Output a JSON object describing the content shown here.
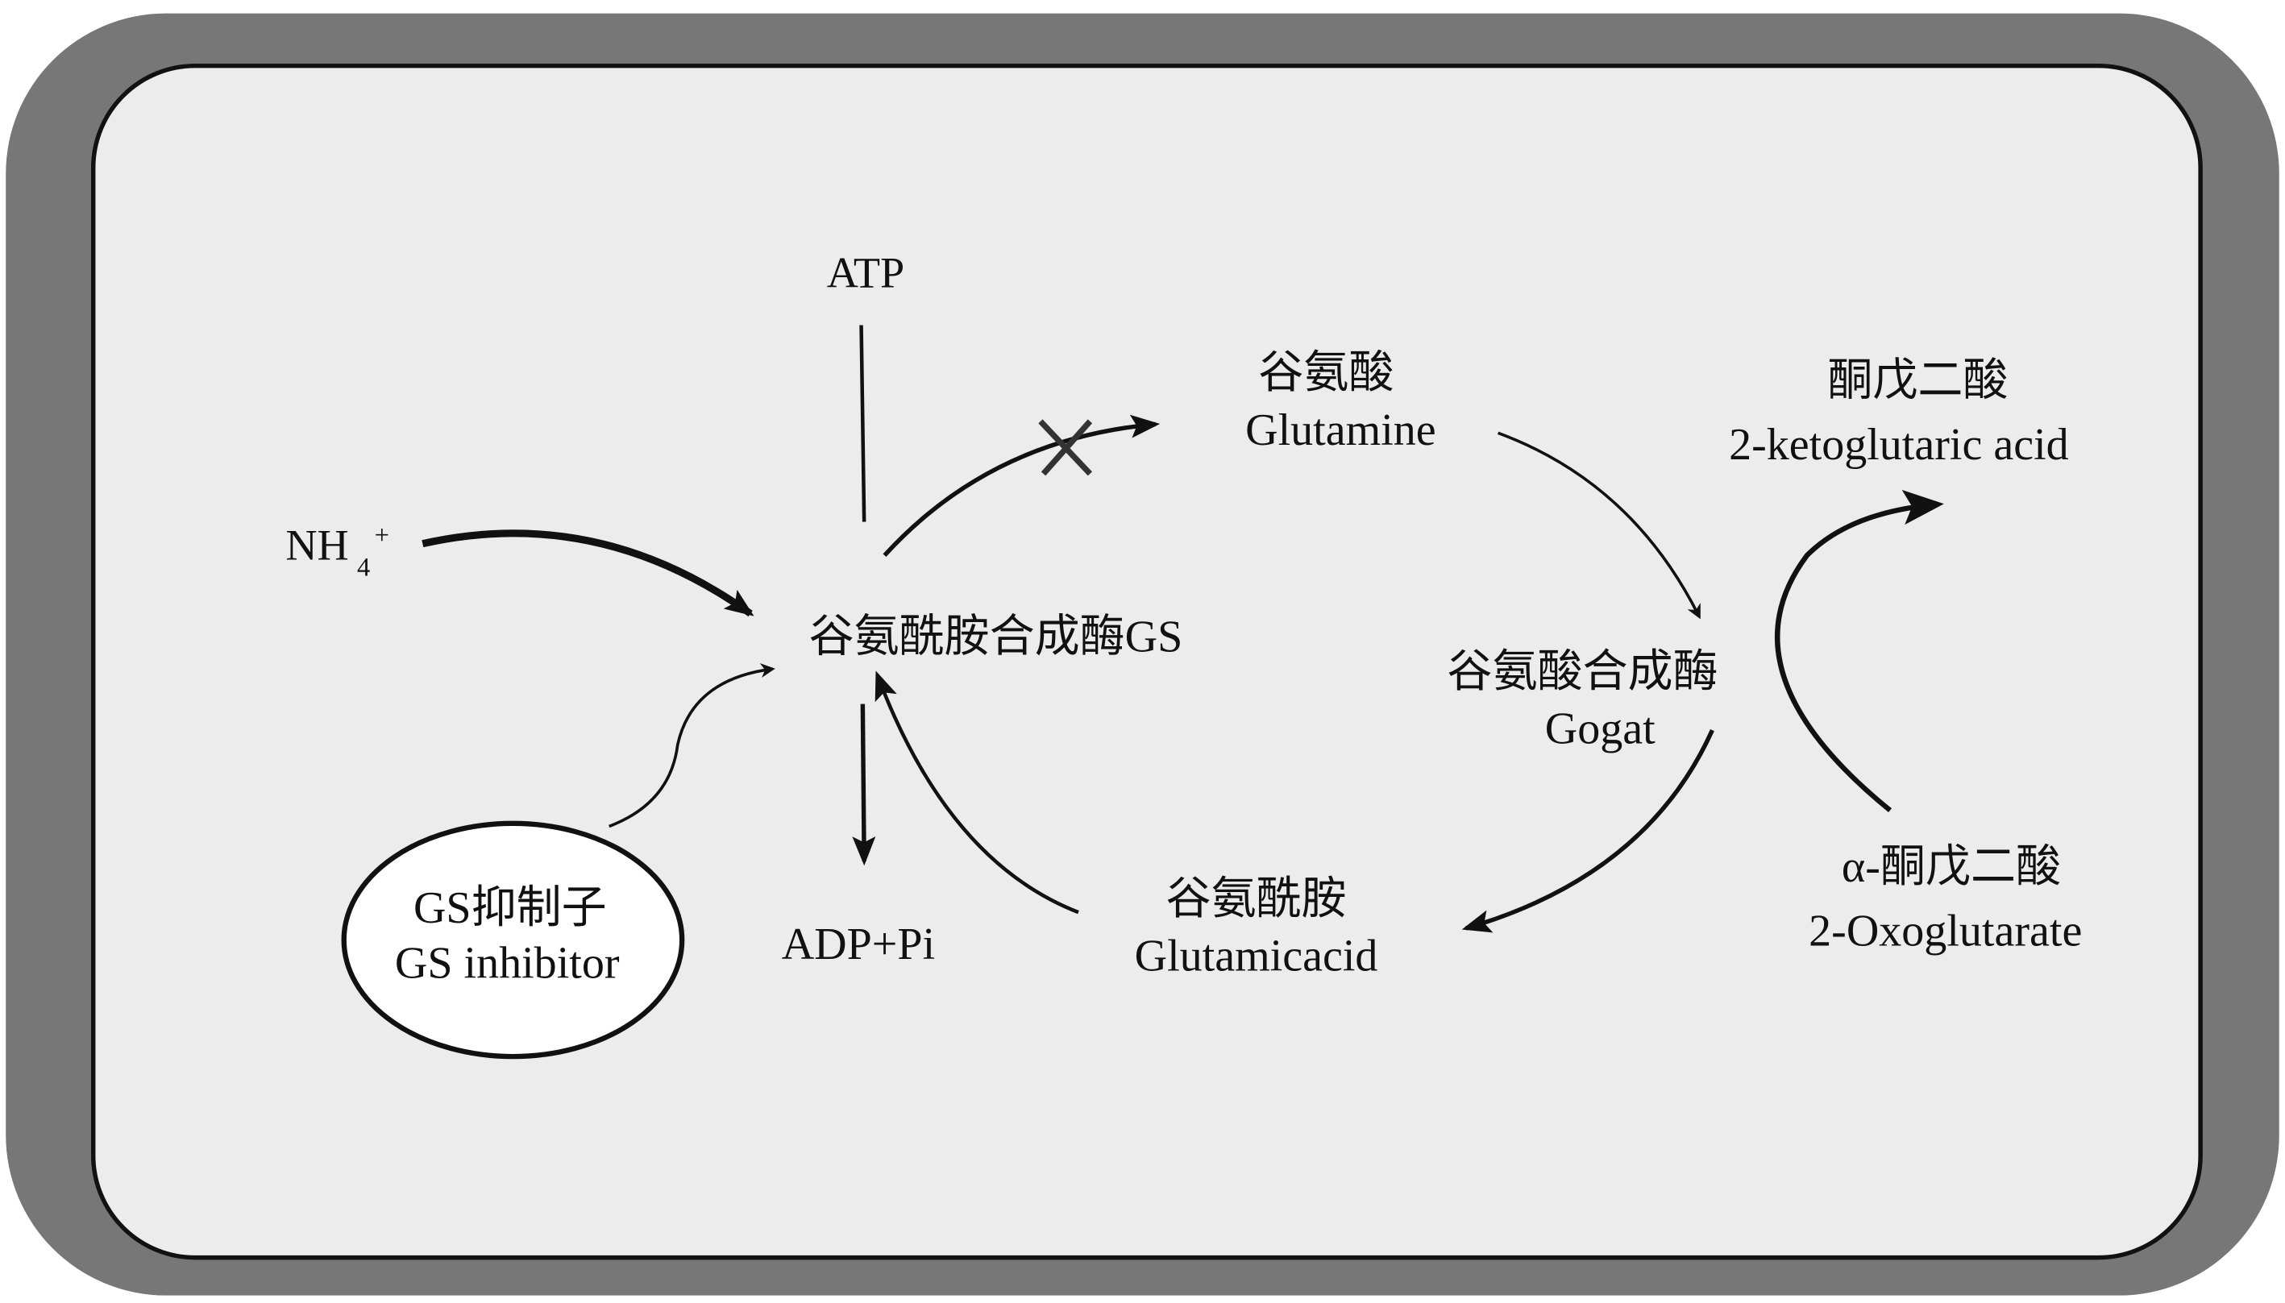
{
  "nodes": {
    "atp": "ATP",
    "nh4": "NH",
    "nh4_sub": "4",
    "nh4_sup": "+",
    "gs_cn": "谷氨酰胺合成酶GS",
    "glutamine_cn": "谷氨酸",
    "glutamine_en": "Glutamine",
    "gogat_cn": "谷氨酸合成酶",
    "gogat_en": "Gogat",
    "ketoglutaric_cn": "酮戊二酸",
    "ketoglutaric_en": "2-ketoglutaric acid",
    "oxoglutarate_cn": "α-酮戊二酸",
    "oxoglutarate_en": "2-Oxoglutarate",
    "glutamicacid_cn": "谷氨酰胺",
    "glutamicacid_en": "Glutamicacid",
    "adp": "ADP+Pi",
    "inhibitor_cn": "GS抑制子",
    "inhibitor_en": "GS inhibitor"
  },
  "colors": {
    "frame": "#777777",
    "background": "#ececec",
    "ink": "#111111"
  }
}
